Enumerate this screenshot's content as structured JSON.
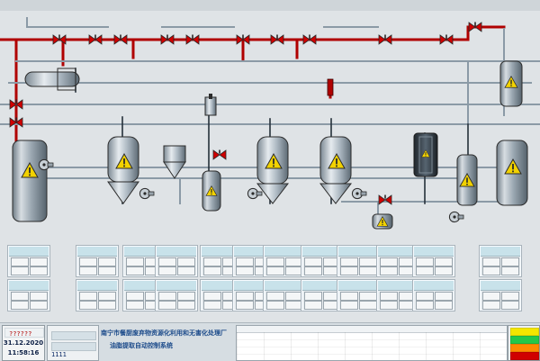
{
  "window": {
    "title": ""
  },
  "footer": {
    "status_text": "??????",
    "date": "31.12.2020",
    "time": "11:58:16",
    "value": "1111",
    "plant_title": "南宁市餐厨废弃物资源化利用和无害化处理厂",
    "system_title": "油脂提取自动控制系统"
  },
  "colors": {
    "pipe_red": "#b00000",
    "pipe_gray": "#8b9aa6",
    "pipe_dark": "#25303a",
    "valve_red": "#d00000",
    "warning_yellow": "#f2d200",
    "status_yellow": "#f3e600",
    "status_green": "#24c84a",
    "status_orange": "#ff8a00",
    "status_red": "#d00000"
  },
  "icons": {
    "warning": "warning-icon",
    "valve": "valve-icon",
    "tank": "tank-icon",
    "pump": "pump-icon"
  }
}
